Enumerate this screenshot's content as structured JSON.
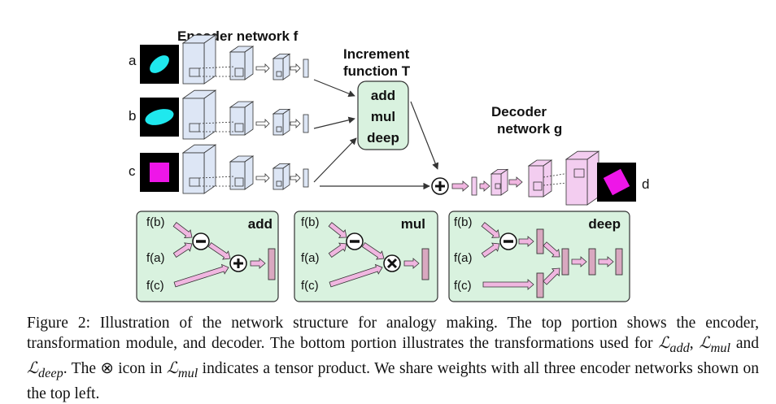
{
  "top": {
    "encoder_title": "Encoder network f",
    "increment_title_line1": "Increment",
    "increment_title_line2": "function T",
    "increment_ops": [
      "add",
      "mul",
      "deep"
    ],
    "decoder_title_line1": "Decoder",
    "decoder_title_line2": "network g",
    "input_labels": [
      "a",
      "b",
      "c"
    ],
    "output_label": "d"
  },
  "panels": [
    {
      "title": "add",
      "inputs": [
        "f(b)",
        "f(a)",
        "f(c)"
      ]
    },
    {
      "title": "mul",
      "inputs": [
        "f(b)",
        "f(a)",
        "f(c)"
      ]
    },
    {
      "title": "deep",
      "inputs": [
        "f(b)",
        "f(a)",
        "f(c)"
      ]
    }
  ],
  "caption": {
    "label": "Figure 2:",
    "text1": "Illustration of the network structure for analogy making.  The top portion shows the encoder, transformation module, and decoder. The bottom portion illustrates the transformations used for ",
    "l_add_sym": "ℒ",
    "l_add_sub": "add",
    "sep1": ", ",
    "l_mul_sym": "ℒ",
    "l_mul_sub": "mul",
    "text2": " and ",
    "l_deep_sym": "ℒ",
    "l_deep_sub": "deep",
    "text3": ". The ",
    "otimes": "⊗",
    "text4": " icon in ",
    "l_mul2_sym": "ℒ",
    "l_mul2_sub": "mul",
    "text5": " indicates a tensor product. We share weights with all three encoder networks shown on the top left."
  },
  "colors": {
    "encoder_fill": "#dde6f5",
    "decoder_fill": "#f3cdf0",
    "panel_fill": "#d9f2df",
    "panel_stroke": "#333333",
    "bar_fill": "#d9a8c0",
    "arrow_fill": "#f0b6e0",
    "cyan": "#1fe8ee",
    "magenta": "#ee16e8"
  }
}
